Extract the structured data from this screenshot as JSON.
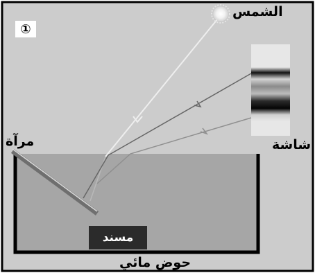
{
  "labels": {
    "panel_number": "①",
    "sun": "الشمس",
    "mirror": "مرآة",
    "screen": "شاشة",
    "support": "مسند",
    "water_basin": "حوض مائي"
  },
  "colors": {
    "background": "#ffffff",
    "panel": "#cccccc",
    "water": "#a6a6a6",
    "basin_wall": "#000000",
    "support_block": "#2b2b2b",
    "mirror": "#6f6f6f",
    "sun_ray": "#eeeeee",
    "dark_ray": "#6a6a6a",
    "mid_ray": "#8f8f8f",
    "screen": "#e7e7e7"
  },
  "icons": {
    "sun": "sun-icon"
  }
}
